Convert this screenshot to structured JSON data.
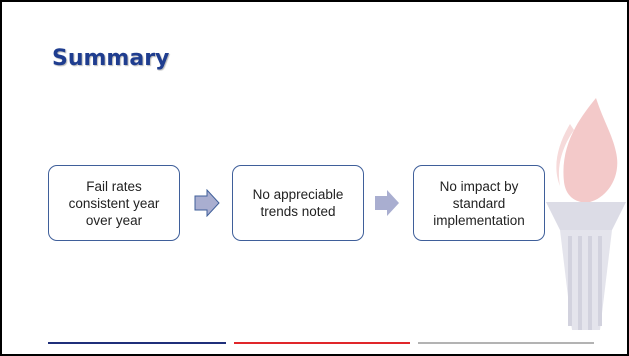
{
  "slide": {
    "title": "Summary",
    "steps": [
      "Fail rates consistent year over year",
      "No appreciable trends noted",
      "No impact by standard implementation"
    ]
  },
  "colors": {
    "title": "#1f3d8f",
    "box_border": "#3f5f9a",
    "arrow_fill": "#a9aed0",
    "arrow_outline": "#3f5f9a",
    "rule_blue": "#1f2f7a",
    "rule_red": "#e0262a",
    "rule_gray": "#b3b3b3",
    "watermark_flame": "#f3c9c9",
    "watermark_torch": "#dcdce6"
  },
  "icons": {
    "watermark": "torch-watermark-icon",
    "connector": "right-arrow-icon"
  }
}
